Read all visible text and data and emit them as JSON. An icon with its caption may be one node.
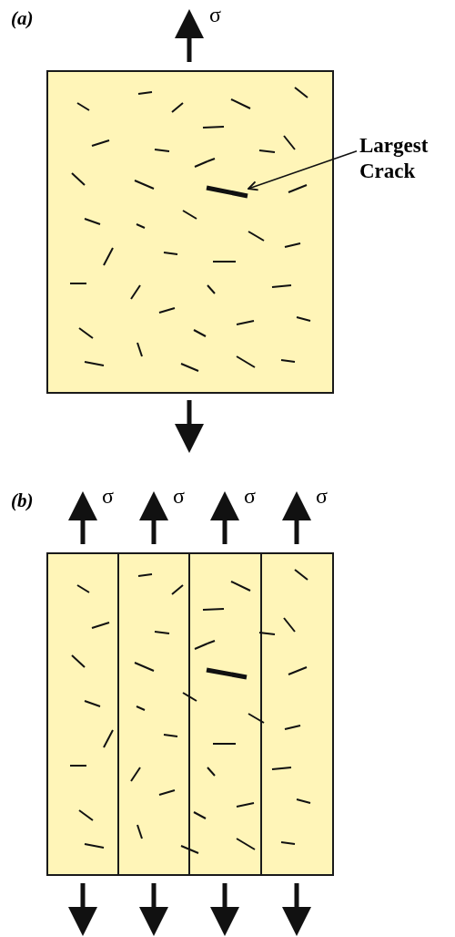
{
  "diagram": {
    "nodes": [
      {
        "text": [
          "Largest Crack"
        ]
      },
      {
        "text": [],
        "shape": "box"
      },
      {
        "text": [],
        "shape": "bar",
        "in": 1
      },
      {
        "text": [],
        "shape": "box"
      },
      {
        "text": [],
        "shape": "box"
      },
      {
        "text": [],
        "shape": "box"
      },
      {
        "text": [],
        "shape": "box"
      }
    ],
    "edges": [
      {
        "from": 0,
        "to": 2,
        "arrow": "to"
      }
    ],
    "labels": [
      "(a)",
      "σ",
      "(b)",
      "σ",
      "σ",
      "σ",
      "σ"
    ]
  }
}
